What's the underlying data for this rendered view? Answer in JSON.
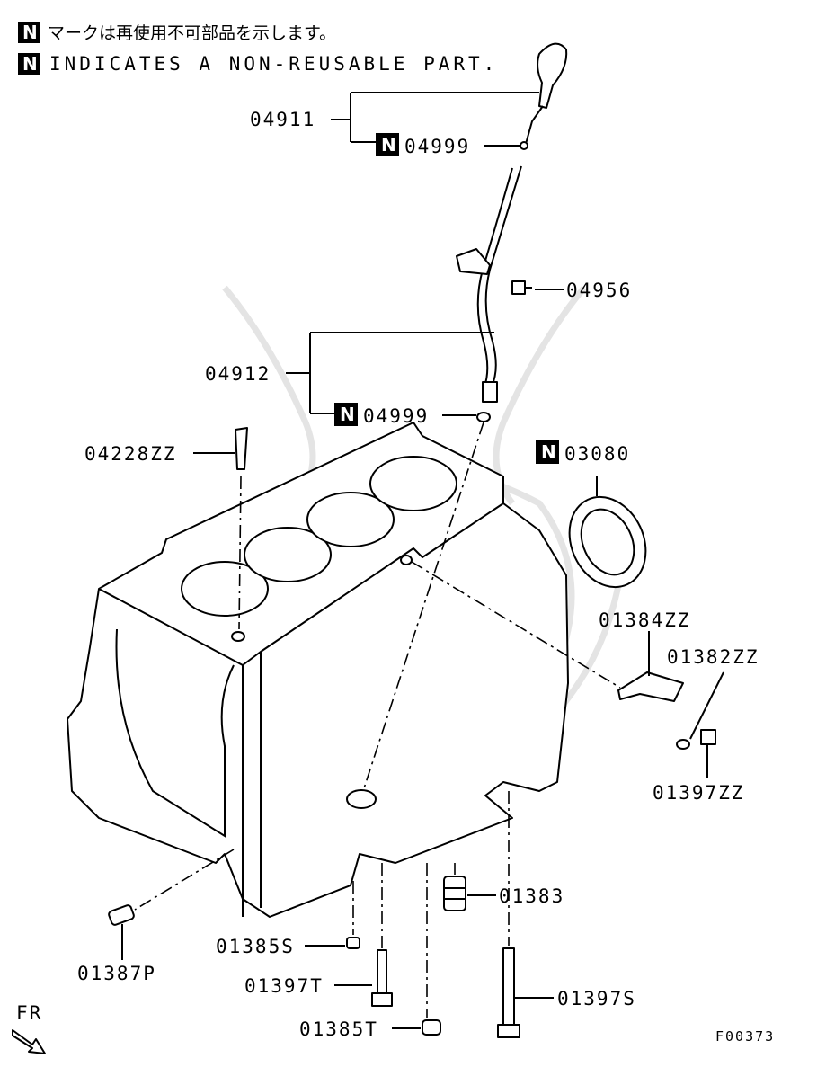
{
  "legend": {
    "jp_text": "マークは再使用不可部品を示します。",
    "en_text": "INDICATES A NON-REUSABLE PART.",
    "badge": "N"
  },
  "parts": {
    "p04911": "04911",
    "p04999a": "04999",
    "p04956": "04956",
    "p04912": "04912",
    "p04999b": "04999",
    "p04228ZZ": "04228ZZ",
    "p03080": "03080",
    "p01384ZZ": "01384ZZ",
    "p01382ZZ": "01382ZZ",
    "p01397ZZ": "01397ZZ",
    "p01383": "01383",
    "p01385S": "01385S",
    "p01397T": "01397T",
    "p01397S": "01397S",
    "p01385T": "01385T",
    "p01387P": "01387P"
  },
  "direction_label": "FR",
  "figure_id": "F00373"
}
